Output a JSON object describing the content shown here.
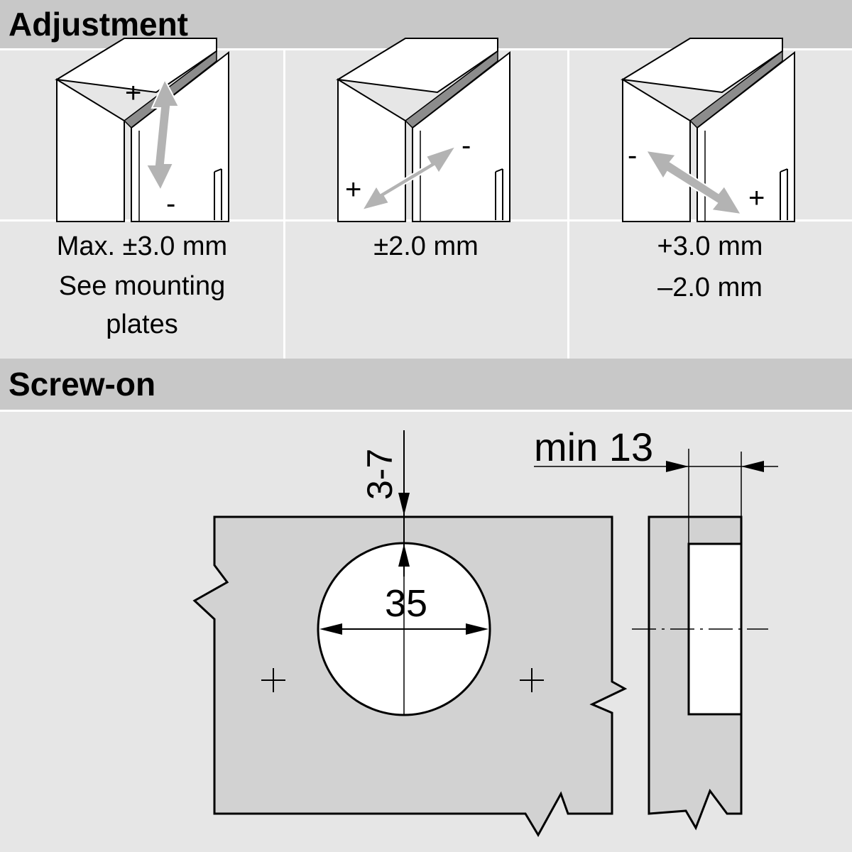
{
  "sections": {
    "adjustment": {
      "title": "Adjustment"
    },
    "screw_on": {
      "title": "Screw-on"
    }
  },
  "adjustment_columns": [
    {
      "plus": "+",
      "minus": "-",
      "lines": [
        "Max. ±3.0 mm",
        "See mounting",
        "plates"
      ]
    },
    {
      "plus": "+",
      "minus": "-",
      "lines": [
        "±2.0 mm"
      ]
    },
    {
      "plus": "+",
      "minus": "-",
      "lines": [
        "+3.0 mm",
        "–2.0 mm"
      ]
    }
  ],
  "screw_on": {
    "distance_label": "3-7",
    "cup_diameter": "35",
    "min_thickness_label": "min 13"
  },
  "colors": {
    "background": "#e6e6e6",
    "header": "#c8c8c8",
    "panel": "#d2d2d2",
    "arrow": "#b3b3b3",
    "gap": "#8c8c8c"
  }
}
